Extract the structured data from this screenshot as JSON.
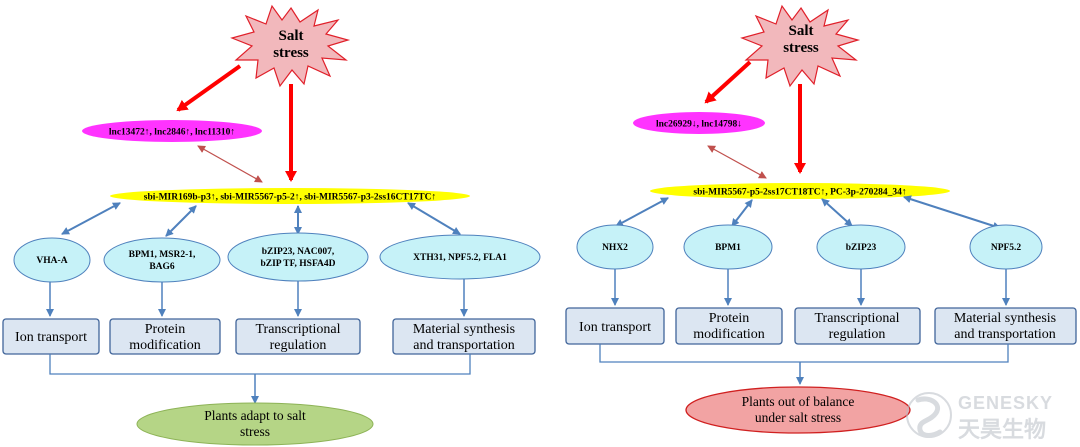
{
  "left": {
    "stress_label": "Salt stress",
    "lnc_label": "lnc13472↑, lnc2846↑, lnc11310↑",
    "mir_label": "sbi-MIR169b-p3↑, sbi-MIR5567-p5-2↑, sbi-MIR5567-p3-2ss16CT17TC↑",
    "genes": [
      [
        "VHA-A"
      ],
      [
        "BPM1, MSR2-1,",
        "BAG6"
      ],
      [
        "bZIP23, NAC007,",
        "bZIP TF, HSFA4D"
      ],
      [
        "XTH31, NPF5.2, FLA1"
      ]
    ],
    "processes": [
      [
        "Ion transport"
      ],
      [
        "Protein",
        "modification"
      ],
      [
        "Transcriptional",
        "regulation"
      ],
      [
        "Material synthesis",
        "and transportation"
      ]
    ],
    "outcome": [
      "Plants adapt to salt",
      "stress"
    ]
  },
  "right": {
    "stress_label": "Salt stress",
    "lnc_label": "lnc26929↓, lnc14798↓",
    "mir_label": "sbi-MIR5567-p5-2ss17CT18TC↑, PC-3p-270284_34↑",
    "genes": [
      [
        "NHX2"
      ],
      [
        "BPM1"
      ],
      [
        "bZIP23"
      ],
      [
        "NPF5.2"
      ]
    ],
    "processes": [
      [
        "Ion transport"
      ],
      [
        "Protein",
        "modification"
      ],
      [
        "Transcriptional",
        "regulation"
      ],
      [
        "Material synthesis",
        "and transportation"
      ]
    ],
    "outcome": [
      "Plants out of balance",
      "under salt stress"
    ]
  },
  "watermark": {
    "brand": "GENESKY",
    "chinese": "天昊生物"
  },
  "colors": {
    "stress_fill": "#f2b8bc",
    "stress_stroke": "#e0202a",
    "lnc_fill": "#ff33ff",
    "mir_fill": "#ffff00",
    "gene_fill": "#c6f2f8",
    "box_fill": "#dce6f2",
    "box_stroke": "#41659a",
    "arrow_blue": "#4f81bd",
    "arrow_red": "#ff0000",
    "arrow_brown": "#c0504d",
    "outcome_left_fill": "#b5d586",
    "outcome_right_fill": "#f2a3a3"
  }
}
